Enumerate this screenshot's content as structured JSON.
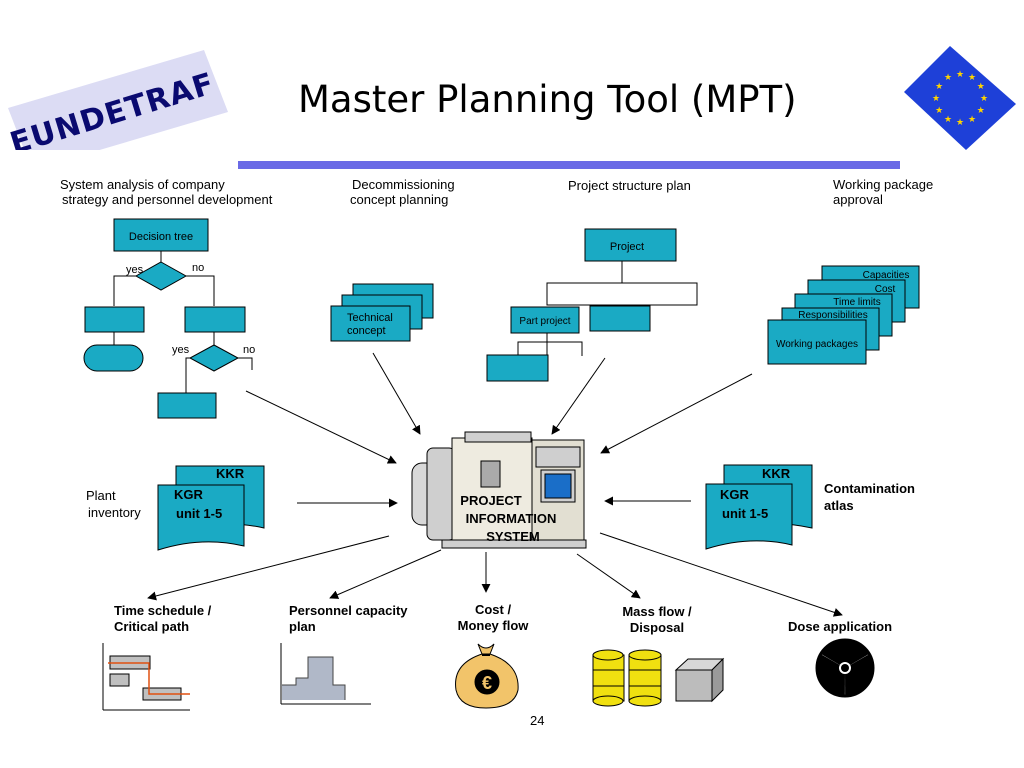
{
  "title": "Master Planning Tool (MPT)",
  "logo_text": "EUNDETRAF",
  "colors": {
    "accent_rule": "#6a6ae6",
    "box_fill": "#1aaac4",
    "flag_blue": "#1e40d8",
    "flag_stars": "#ffd400"
  },
  "top_labels": {
    "system_analysis": [
      "System analysis of company",
      "strategy and personnel development"
    ],
    "decommissioning": [
      "Decommissioning",
      "concept planning"
    ],
    "project_structure": "Project structure plan",
    "working_package": [
      "Working package",
      "approval"
    ]
  },
  "flowchart": {
    "decision_tree": "Decision tree",
    "yes": "yes",
    "no": "no"
  },
  "technical_concept": [
    "Technical",
    "concept"
  ],
  "project_tree": {
    "project": "Project",
    "part_project": "Part project"
  },
  "working_packages": {
    "items": [
      "Capacities",
      "Cost",
      "Time limits",
      "Responsibilities",
      "Working packages"
    ]
  },
  "center": [
    "PROJECT",
    "INFORMATION",
    "SYSTEM"
  ],
  "left_doc": {
    "back": "KKR",
    "front": [
      "KGR",
      "unit 1-5"
    ],
    "label": [
      "Plant",
      "inventory"
    ]
  },
  "right_doc": {
    "back": "KKR",
    "front": [
      "KGR",
      "unit 1-5"
    ],
    "label": [
      "Contamination",
      "atlas"
    ]
  },
  "outputs": {
    "time_schedule": [
      "Time schedule /",
      "Critical path"
    ],
    "personnel": [
      "Personnel capacity",
      "plan"
    ],
    "cost": [
      "Cost /",
      "Money flow"
    ],
    "mass_flow": [
      "Mass flow /",
      "Disposal"
    ],
    "dose": "Dose application"
  },
  "money_symbol": "€",
  "page_number": "24"
}
